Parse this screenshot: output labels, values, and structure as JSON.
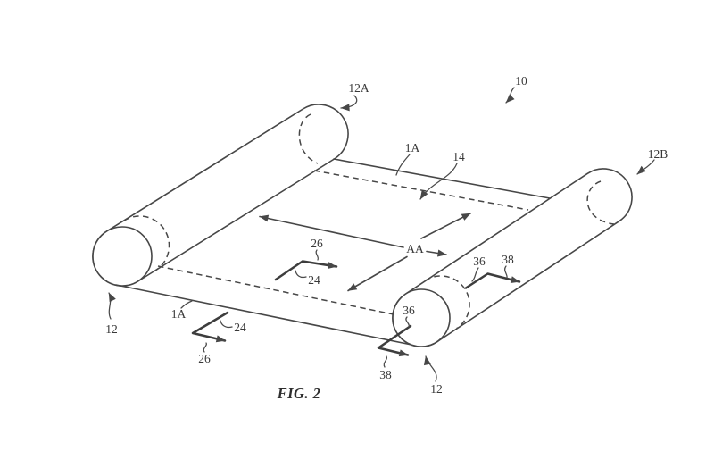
{
  "figure": {
    "caption": "FIG. 2",
    "background": "#ffffff",
    "line_color": "#474747",
    "reference_labels": {
      "device": "10",
      "roller_left": "12A",
      "roller_right": "12B",
      "roller_end_left": "12",
      "roller_end_right": "12",
      "display": "14",
      "active_area": "AA",
      "section_line_top": "1A",
      "section_line_bottom": "1A",
      "axis_center": "24",
      "axis_bottom": "24",
      "direction_center": "26",
      "direction_bottom": "26",
      "edge_right": "36",
      "edge_bottom": "36",
      "unroll_right": "38",
      "unroll_bottom": "38"
    }
  }
}
